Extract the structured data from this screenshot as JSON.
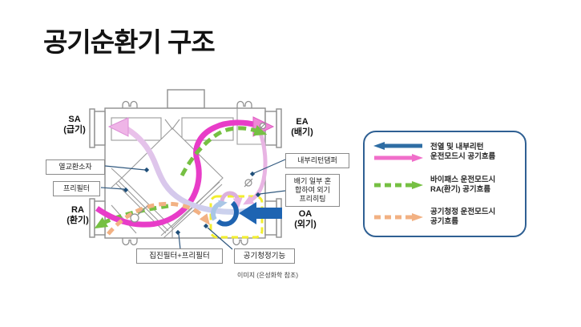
{
  "title": "공기순환기 구조",
  "diagram": {
    "ports": {
      "sa": {
        "code": "SA",
        "name": "(급기)"
      },
      "ea": {
        "code": "EA",
        "name": "(배기)"
      },
      "ra": {
        "code": "RA",
        "name": "(환기)"
      },
      "oa": {
        "code": "OA",
        "name": "(외기)"
      }
    },
    "tags": {
      "heat_exchanger": "열교환소자",
      "pre_filter": "프리필터",
      "internal_return_damper": "내부리턴댐퍼",
      "preheat": {
        "lines": [
          "배기 일부 혼",
          "합하여 외기",
          "프리히팅"
        ]
      },
      "dust_filter": "집진필터+프리필터",
      "air_cleaning": "공기청정기능"
    },
    "caption": "이미지 (은성화학 참조)"
  },
  "legend": {
    "items": [
      {
        "line1": "전열 및 내부리턴",
        "line2": "운전모드시 공기흐름",
        "arrows": [
          "blue-solid-left",
          "pink-solid-right"
        ]
      },
      {
        "line1": "바이패스 운전모드시",
        "line2": "RA(환기) 공기흐름",
        "arrows": [
          "green-dashed-right"
        ]
      },
      {
        "line1": "공기청정 운전모드시",
        "line2": "공기흐름",
        "arrows": [
          "orange-dashed-right"
        ]
      }
    ]
  },
  "colors": {
    "legend_border": "#2f6093",
    "blue_arrow": "#2e6da4",
    "pink_arrow": "#f06eca",
    "magenta_flow": "#e83cc8",
    "light_pink_flow": "#efb5e7",
    "light_blue_flow": "#c7d5ee",
    "green_dashed": "#76c043",
    "orange_dashed": "#f2b183",
    "oa_blue": "#1e64b2",
    "highlight_yellow": "#f2ee2e"
  }
}
